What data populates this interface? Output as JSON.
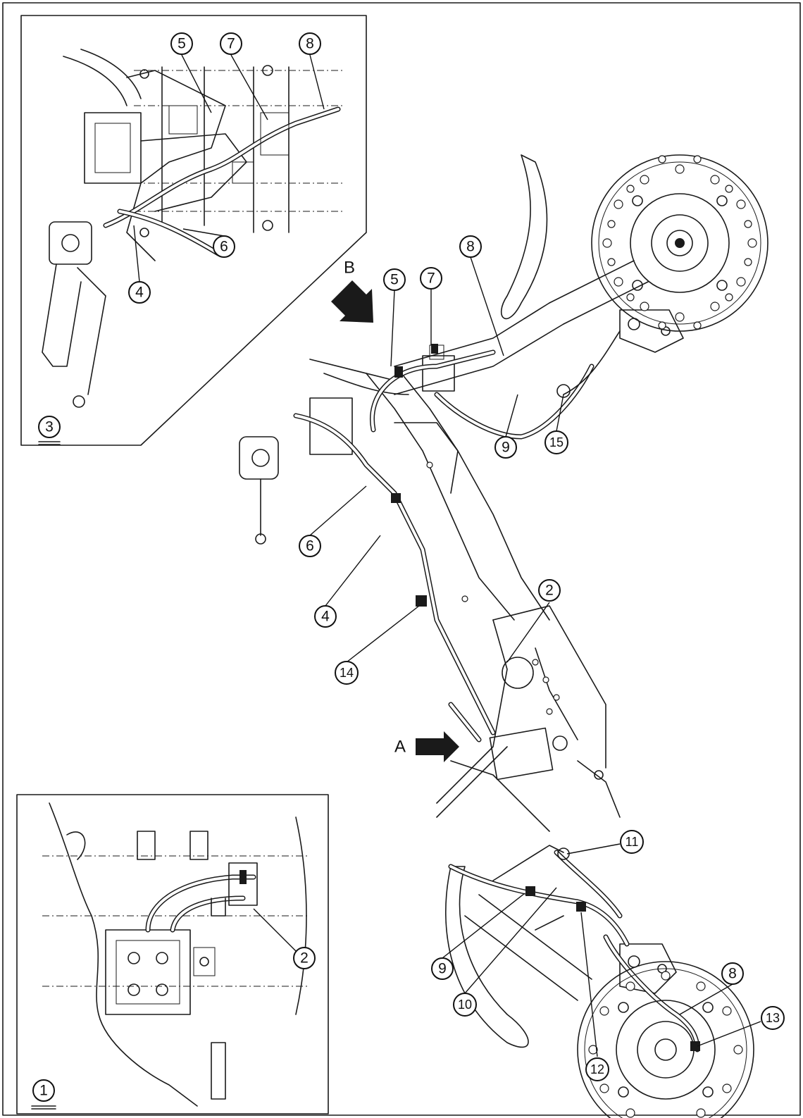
{
  "callouts": {
    "inset3": [
      "3",
      "4",
      "5",
      "6",
      "7",
      "8"
    ],
    "main": [
      "2",
      "4",
      "5",
      "6",
      "7",
      "8",
      "9",
      "14",
      "15"
    ],
    "inset1": [
      "1",
      "2"
    ],
    "caliper": [
      "8",
      "9",
      "10",
      "11",
      "12",
      "13"
    ]
  },
  "view_labels": {
    "a": "A",
    "b": "B"
  }
}
